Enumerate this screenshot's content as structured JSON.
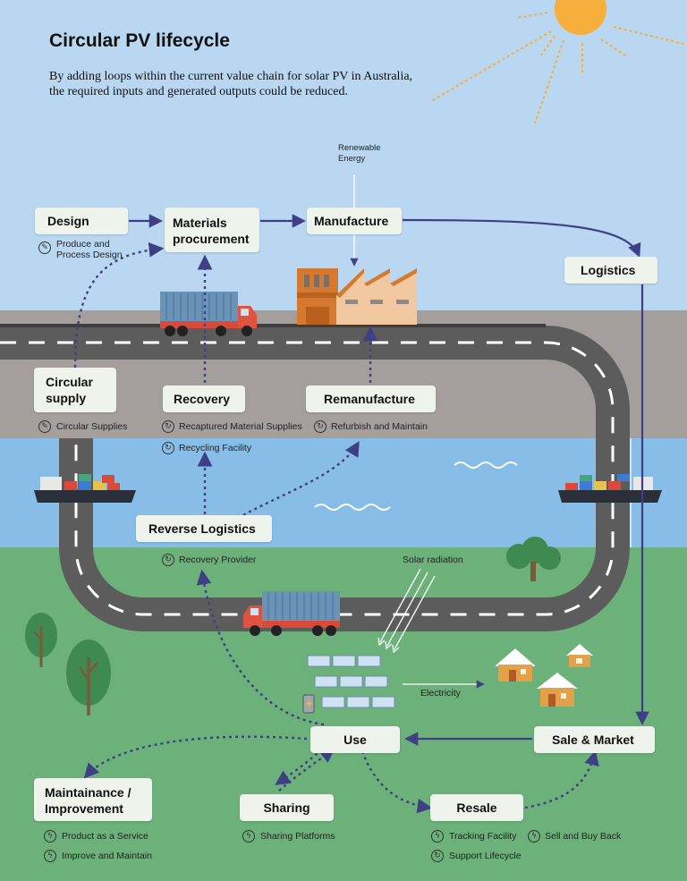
{
  "header": {
    "title": "Circular PV lifecycle",
    "subtitle": "By adding loops within the current value chain for solar PV in Australia, the required inputs and generated outputs could be reduced."
  },
  "inputs": {
    "renewable": "Renewable Energy",
    "solar": "Solar radiation",
    "electricity": "Electricity"
  },
  "stages": {
    "design": "Design",
    "materials": "Materials procurement",
    "manufacture": "Manufacture",
    "logistics": "Logistics",
    "circular_supply": "Circular supply",
    "recovery": "Recovery",
    "remanufacture": "Remanufacture",
    "reverse_logistics": "Reverse Logistics",
    "use": "Use",
    "sale_market": "Sale & Market",
    "maintenance": "Maintainance / Improvement",
    "sharing": "Sharing",
    "resale": "Resale"
  },
  "details": {
    "design": "Produce and Process Design",
    "circular_supplies": "Circular Supplies",
    "recaptured": "Recaptured Material Supplies",
    "recycling": "Recycling Facility",
    "refurbish": "Refurbish and Maintain",
    "recovery_provider": "Recovery Provider",
    "paas": "Product as a Service",
    "improve": "Improve and Maintain",
    "sharing_platforms": "Sharing Platforms",
    "tracking": "Tracking Facility",
    "sell_buy_back": "Sell and Buy Back",
    "support": "Support Lifecycle"
  },
  "colors": {
    "sky": "#b9d7f0",
    "land": "#a49f9d",
    "sea": "#87bde6",
    "grass": "#6cb07a",
    "road": "#5c5c5c",
    "arrow": "#3f3f86",
    "sun": "#f6ae3c"
  },
  "icons": {
    "pencil": "pencil-icon",
    "cycle": "recycle-icon",
    "bolt": "lightning-icon"
  }
}
